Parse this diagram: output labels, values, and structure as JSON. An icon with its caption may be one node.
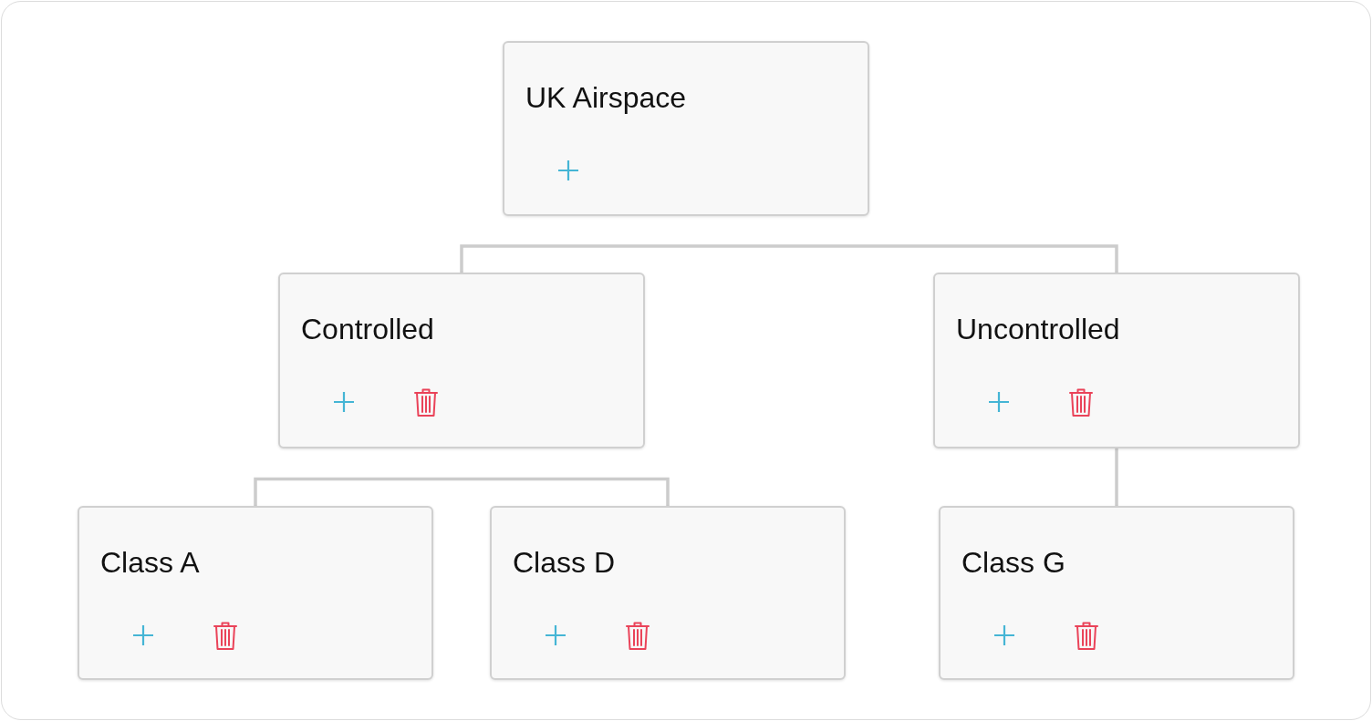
{
  "diagram": {
    "nodes": [
      {
        "text": [
          "UK Airspace"
        ]
      },
      {
        "text": [
          "Controlled"
        ]
      },
      {
        "text": [
          "Uncontrolled"
        ]
      },
      {
        "text": [
          "Class A"
        ]
      },
      {
        "text": [
          "Class D"
        ]
      },
      {
        "text": [
          "Class G"
        ]
      }
    ],
    "edges": [
      {
        "from": 0,
        "to": 1,
        "arrow": "none"
      },
      {
        "from": 0,
        "to": 2,
        "arrow": "none"
      },
      {
        "from": 1,
        "to": 3,
        "arrow": "none"
      },
      {
        "from": 1,
        "to": 4,
        "arrow": "none"
      },
      {
        "from": 2,
        "to": 5,
        "arrow": "none"
      }
    ]
  }
}
